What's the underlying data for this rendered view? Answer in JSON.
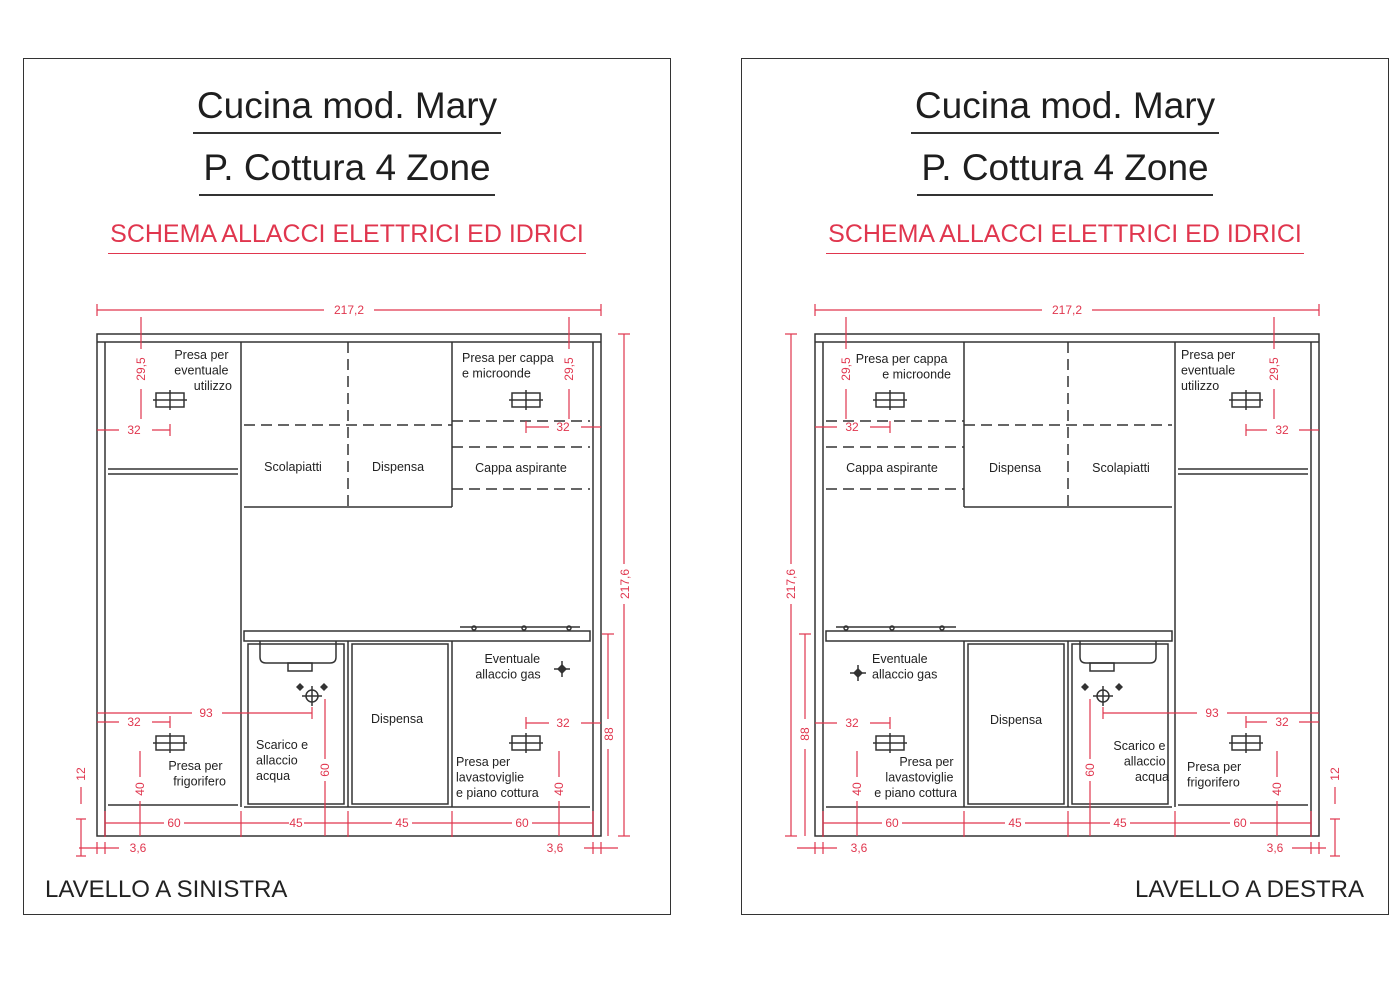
{
  "left": {
    "title_line1": "Cucina mod. Mary",
    "title_line2": "P. Cottura 4 Zone",
    "subtitle": "SCHEMA ALLACCI ELETTRICI ED IDRICI",
    "footer": "LAVELLO A SINISTRA",
    "labels": {
      "presa_eventuale": [
        "Presa per",
        "eventuale",
        "utilizzo"
      ],
      "presa_cappa": [
        "Presa per cappa",
        "e microonde"
      ],
      "scolapiatti": "Scolapiatti",
      "dispensa_top": "Dispensa",
      "cappa": "Cappa aspirante",
      "gas": [
        "Eventuale",
        "allaccio gas"
      ],
      "dispensa_bottom": "Dispensa",
      "scarico": [
        "Scarico e",
        "allaccio",
        "acqua"
      ],
      "frigo": [
        "Presa per",
        "frigorifero"
      ],
      "lavastoviglie": [
        "Presa per",
        "lavastoviglie",
        "e piano cottura"
      ]
    },
    "dims": {
      "width_total": "217,2",
      "height_total": "217,6",
      "d_29_5": "29,5",
      "d_32": "32",
      "d_93": "93",
      "d_88": "88",
      "d_60": "60",
      "d_45": "45",
      "d_40": "40",
      "d_12": "12",
      "d_3_6": "3,6"
    }
  },
  "right": {
    "title_line1": "Cucina mod. Mary",
    "title_line2": "P. Cottura 4 Zone",
    "subtitle": "SCHEMA ALLACCI ELETTRICI ED IDRICI",
    "footer": "LAVELLO A DESTRA",
    "labels": {
      "presa_eventuale": [
        "Presa per",
        "eventuale",
        "utilizzo"
      ],
      "presa_cappa": [
        "Presa per cappa",
        "e microonde"
      ],
      "scolapiatti": "Scolapiatti",
      "dispensa_top": "Dispensa",
      "cappa": "Cappa aspirante",
      "gas": [
        "Eventuale",
        "allaccio gas"
      ],
      "dispensa_bottom": "Dispensa",
      "scarico": [
        "Scarico e",
        "allaccio",
        "acqua"
      ],
      "frigo": [
        "Presa per",
        "frigorifero"
      ],
      "lavastoviglie": [
        "Presa per",
        "lavastoviglie",
        "e piano cottura"
      ]
    },
    "dims": {
      "width_total": "217,2",
      "height_total": "217,6",
      "d_29_5": "29,5",
      "d_32": "32",
      "d_93": "93",
      "d_88": "88",
      "d_60": "60",
      "d_45": "45",
      "d_40": "40",
      "d_12": "12",
      "d_3_6": "3,6"
    }
  },
  "colors": {
    "line": "#333333",
    "dimension": "#e0364e",
    "subtitle": "#e0364e"
  }
}
